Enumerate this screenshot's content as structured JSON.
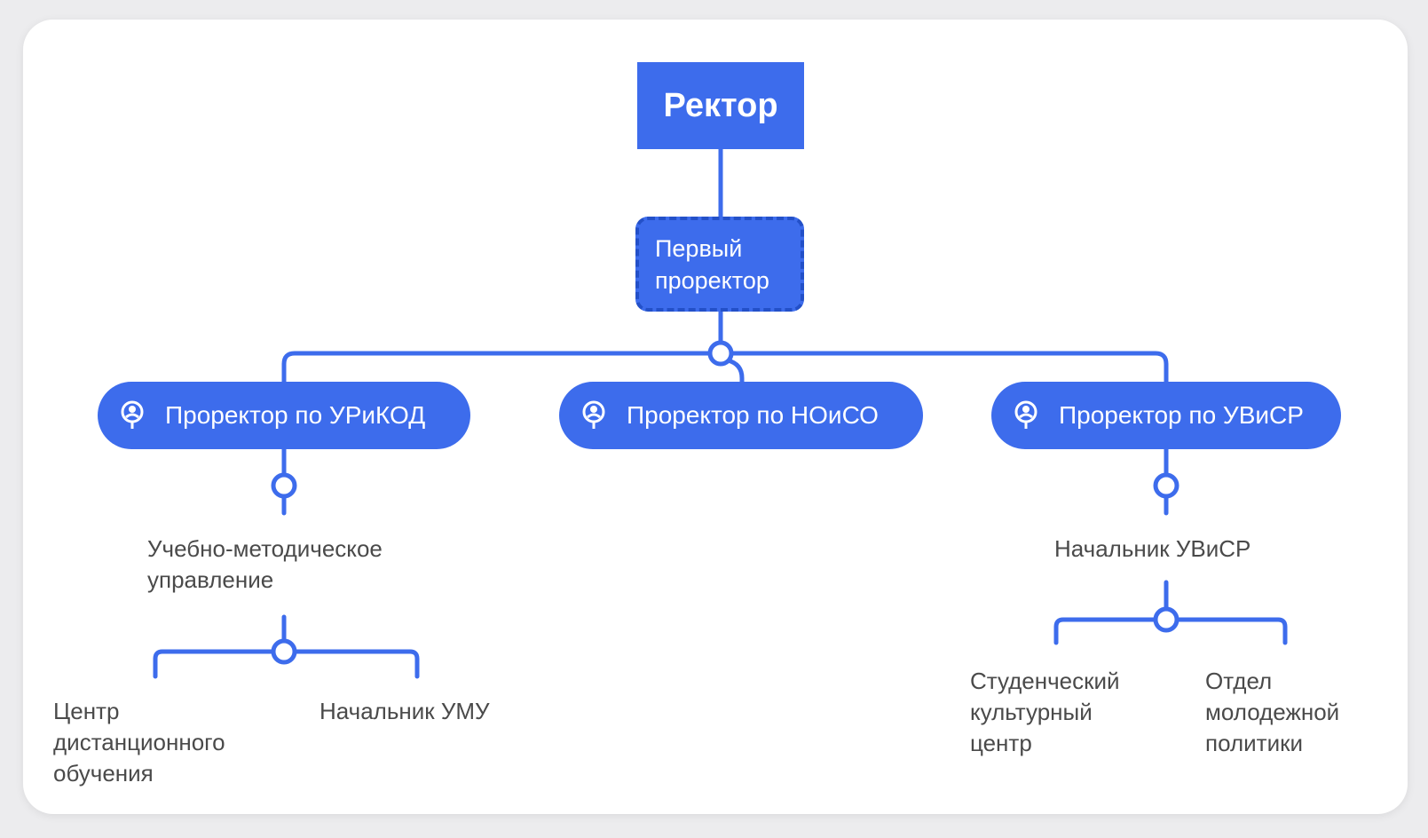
{
  "rector": {
    "label": "Ректор"
  },
  "first_prorector": {
    "lines": [
      "Первый",
      "проректор"
    ]
  },
  "prorectors": [
    {
      "label": "Проректор по УРиКОД",
      "icon": "person-badge-icon"
    },
    {
      "label": "Проректор по НОиСО",
      "icon": "person-badge-icon"
    },
    {
      "label": "Проректор по УВиСР",
      "icon": "person-badge-icon"
    }
  ],
  "left_branch": {
    "department": {
      "lines": [
        "Учебно-методическое",
        "управление"
      ]
    },
    "children": [
      {
        "lines": [
          "Центр",
          "дистанционного",
          "обучения"
        ]
      },
      {
        "lines": [
          "Начальник УМУ"
        ]
      }
    ]
  },
  "right_branch": {
    "head": {
      "lines": [
        "Начальник УВиСР"
      ]
    },
    "children": [
      {
        "lines": [
          "Студенческий",
          "культурный",
          "центр"
        ]
      },
      {
        "lines": [
          "Отдел",
          "молодежной",
          "политики"
        ]
      }
    ]
  },
  "colors": {
    "accent": "#3d6cec",
    "dashed_border": "#2350c8",
    "text": "#4a4a4a",
    "background": "#ffffff"
  }
}
